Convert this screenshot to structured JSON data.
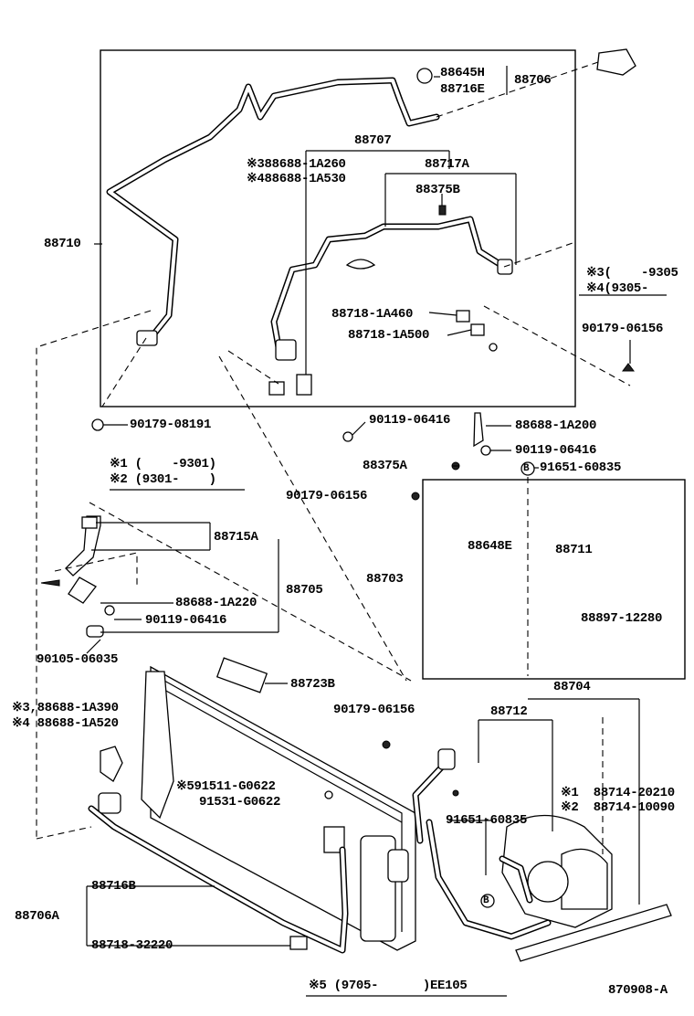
{
  "callouts": {
    "p88645H": "88645H",
    "p88716E": "88716E",
    "p88706": "88706",
    "p88707": "88707",
    "p88688_1A260": "※388688-1A260",
    "p88688_1A530": "※488688-1A530",
    "p88717A": "88717A",
    "p88375B": "88375B",
    "p88710": "88710",
    "note3": "※3(    -9305",
    "note4": "※4(9305-",
    "p88718_1A460": "88718-1A460",
    "p88718_1A500": "88718-1A500",
    "p90179_06156_a": "90179-06156",
    "p90179_08191": "90179-08191",
    "p90119_06416_a": "90119-06416",
    "p88688_1A200": "88688-1A200",
    "p90119_06416_b": "90119-06416",
    "note1": "※1 (    -9301)",
    "note2": "※2 (9301-    )",
    "p88375A": "88375A",
    "p91651_60835_a": "91651-60835",
    "p90179_06156_b": "90179-06156",
    "p88715A": "88715A",
    "p88648E": "88648E",
    "p88711": "88711",
    "p88703": "88703",
    "p88705": "88705",
    "p88688_1A220": "88688-1A220",
    "p90119_06416_c": "90119-06416",
    "p88897_12280": "88897-12280",
    "p90105_06035": "90105-06035",
    "p88723B": "88723B",
    "p88704": "88704",
    "p90179_06156_c": "90179-06156",
    "p88712": "88712",
    "p88688_1A390": "※3,88688-1A390",
    "p88688_1A520": "※4 88688-1A520",
    "p91511_G0622": "※591511-G0622",
    "p91531_G0622": "91531-G0622",
    "p88714_20210": "※1  88714-20210",
    "p88714_10090": "※2  88714-10090",
    "p91651_60835_b": "91651-60835",
    "p88716B": "88716B",
    "p88706A": "88706A",
    "p88718_32220": "88718-32220",
    "footer_note": "※5 (9705-      )EE105",
    "figure_no": "870908-A",
    "mark_b1": "B",
    "mark_b2": "B"
  }
}
